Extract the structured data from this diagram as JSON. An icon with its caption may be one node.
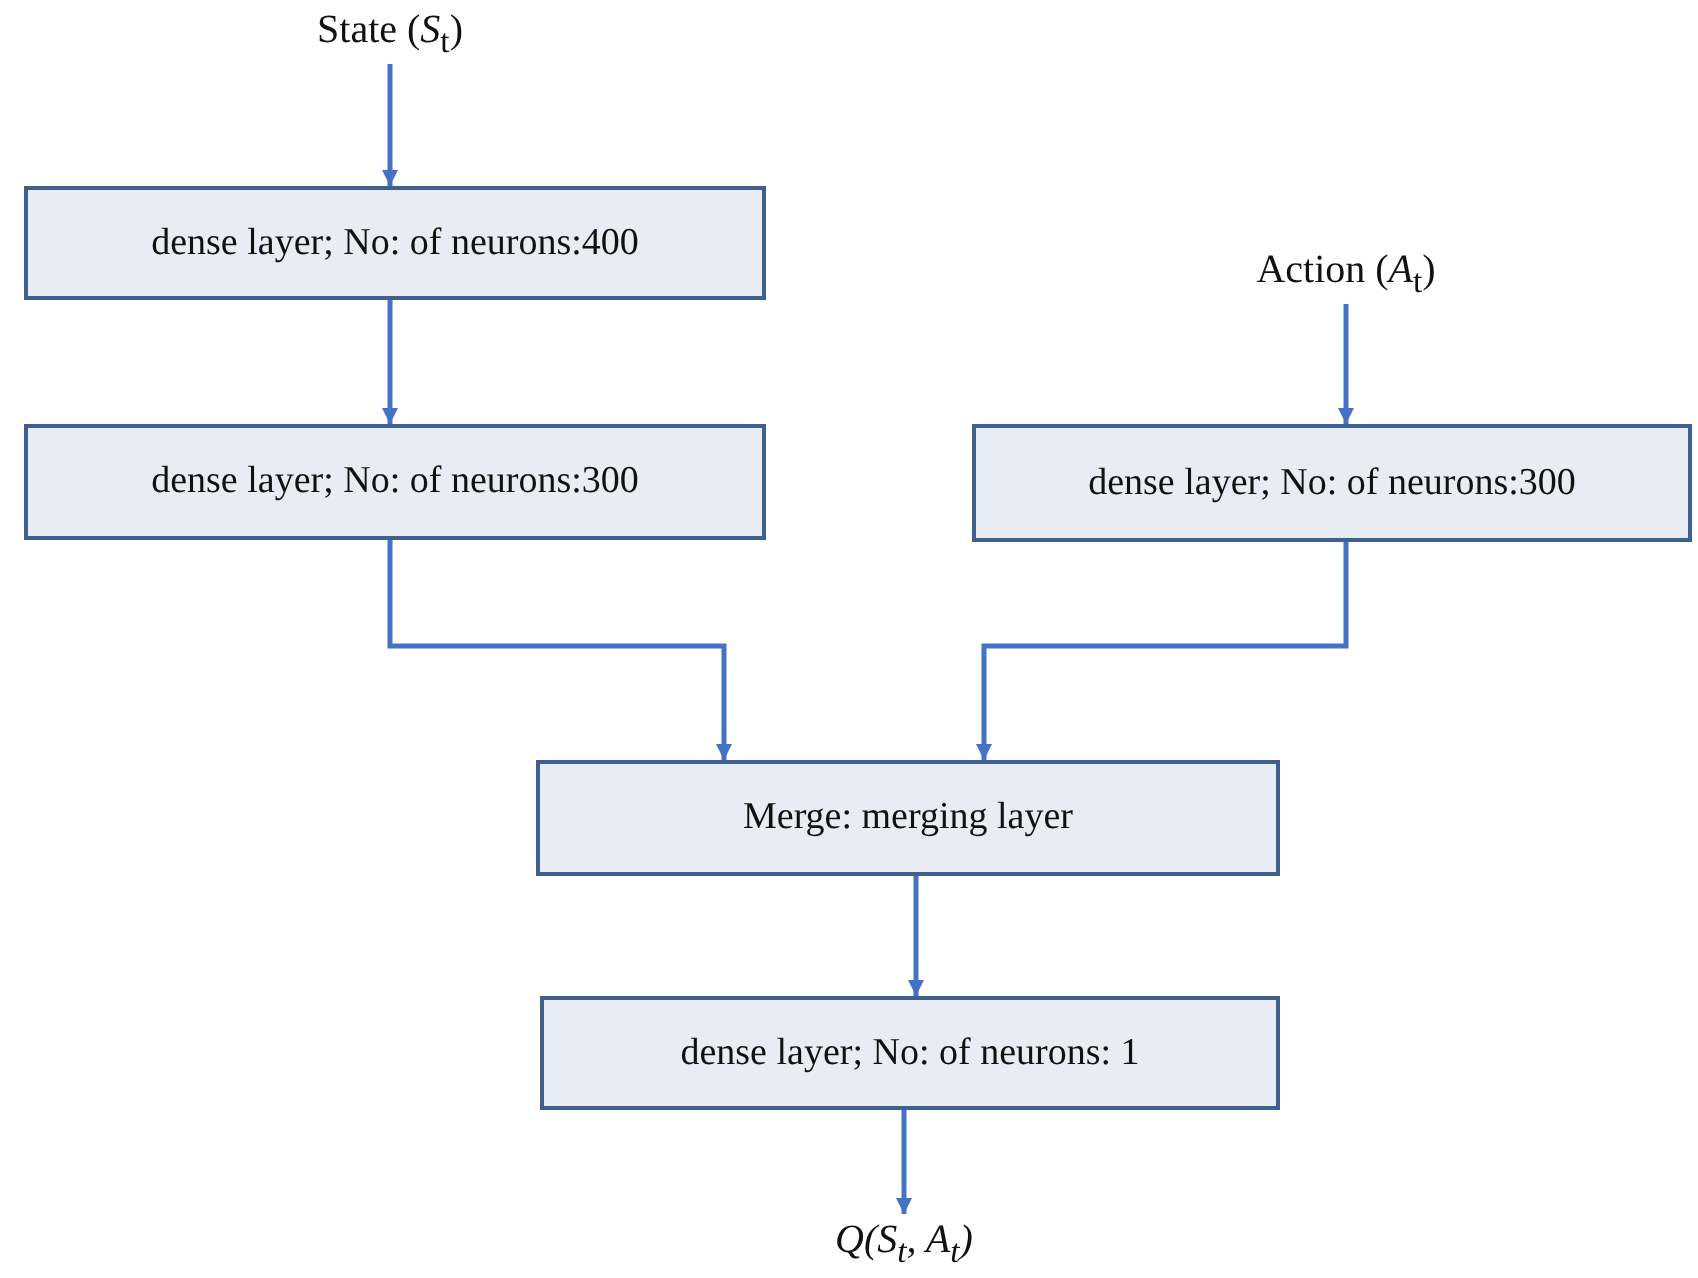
{
  "diagram": {
    "nodes": [
      {
        "text": [
          "State (*S*$_{t}$)"
        ]
      },
      {
        "text": [
          "dense layer; No: of neurons:400"
        ]
      },
      {
        "text": [
          "dense layer; No: of neurons:300"
        ]
      },
      {
        "text": [
          "Action (*A*$_{t}$)"
        ]
      },
      {
        "text": [
          "dense layer; No: of neurons:300"
        ]
      },
      {
        "text": [
          "Merge: merging layer"
        ]
      },
      {
        "text": [
          "dense layer; No: of neurons: 1"
        ]
      },
      {
        "text": [
          "Q(S$_{t}$, A$_{t}$)"
        ]
      }
    ],
    "edges": [
      {
        "from": 0,
        "to": 1,
        "arrow": "to"
      },
      {
        "from": 1,
        "to": 2,
        "arrow": "to"
      },
      {
        "from": 3,
        "to": 4,
        "arrow": "to"
      },
      {
        "from": 2,
        "to": 5,
        "arrow": "to"
      },
      {
        "from": 4,
        "to": 5,
        "arrow": "to"
      },
      {
        "from": 5,
        "to": 6,
        "arrow": "to"
      },
      {
        "from": 6,
        "to": 7,
        "arrow": "to"
      }
    ]
  }
}
